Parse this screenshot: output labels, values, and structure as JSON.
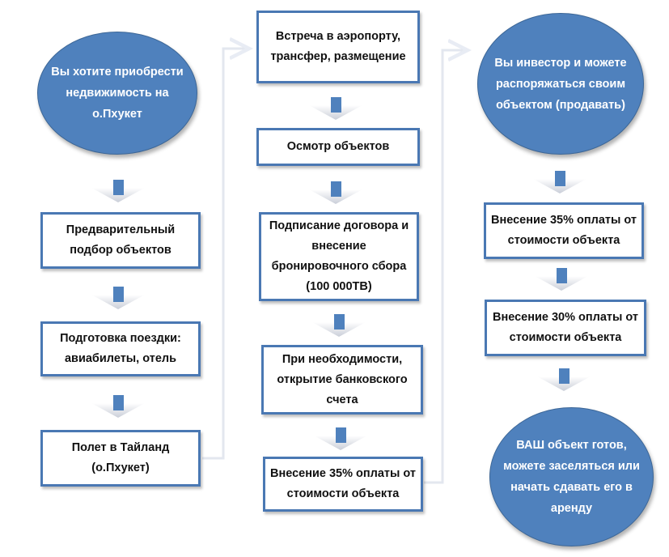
{
  "colors": {
    "accent": "#4f81bd",
    "border": "#4a78b3"
  },
  "col1": {
    "start": "Вы хотите приобрести недвижимость на о.Пхукет",
    "step1": "Предварительный подбор объектов",
    "step2": "Подготовка поездки: авиабилеты, отель",
    "step3": "Полет в Тайланд (о.Пхукет)"
  },
  "col2": {
    "step1": "Встреча в аэропорту, трансфер, размещение",
    "step2": "Осмотр объектов",
    "step3": "Подписание договора и внесение бронировочного сбора (100 000ТВ)",
    "step4": "При необходимости, открытие банковского счета",
    "step5": "Внесение 35% оплаты от стоимости объекта"
  },
  "col3": {
    "start": "Вы инвестор и можете распоряжаться своим объектом (продавать)",
    "step1": "Внесение 35% оплаты от стоимости объекта",
    "step2": "Внесение 30% оплаты от стоимости объекта",
    "end": "ВАШ объект готов, можете заселяться или начать сдавать его в аренду"
  }
}
